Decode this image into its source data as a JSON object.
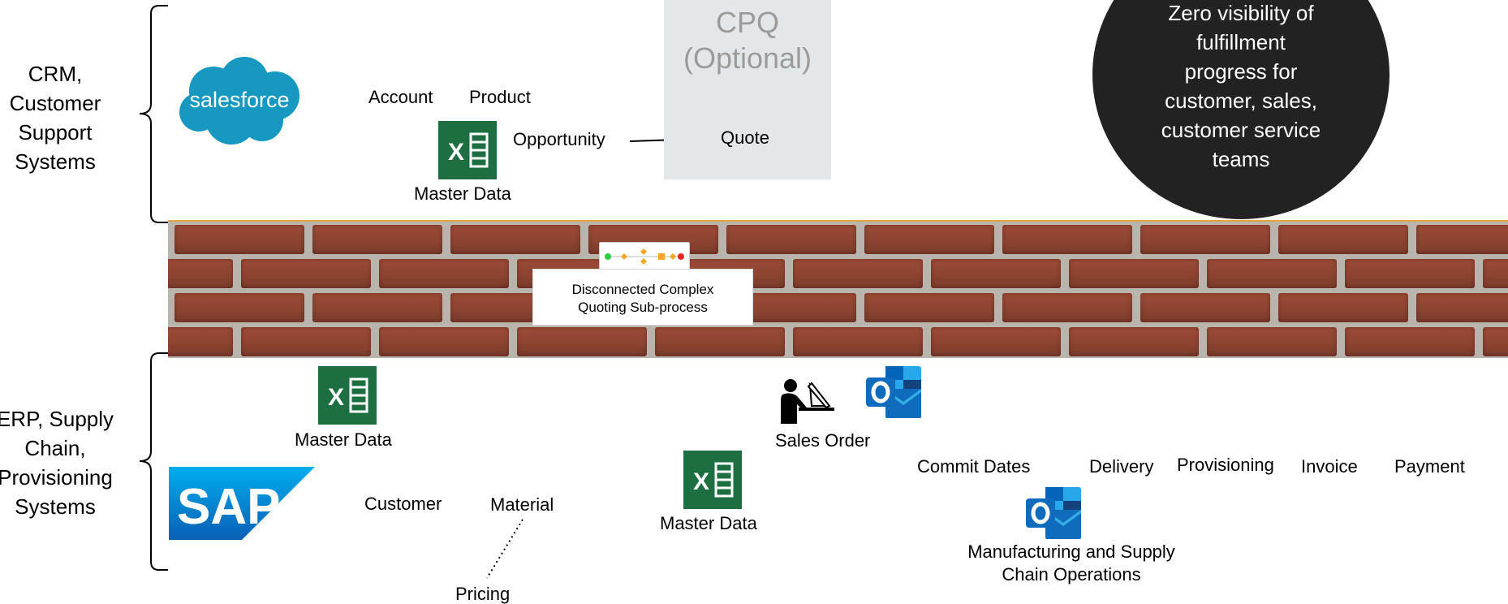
{
  "top_group": {
    "side_label": "CRM,\nCustomer\nSupport\nSystems",
    "logo_text": "salesforce",
    "entities": {
      "account": "Account",
      "product": "Product",
      "opportunity": "Opportunity",
      "quote": "Quote",
      "master_data": "Master Data"
    },
    "cpq": "CPQ\n(Optional)"
  },
  "callout": {
    "text": "Zero visibility of\nfulfillment\nprogress for\ncustomer, sales,\ncustomer service\nteams"
  },
  "wall": {
    "label": "Disconnected Complex\nQuoting Sub-process"
  },
  "bottom_group": {
    "side_label": "ERP, Supply\nChain,\nProvisioning\nSystems",
    "logo_text": "SAP",
    "entities": {
      "master_data_left": "Master Data",
      "customer": "Customer",
      "material": "Material",
      "pricing": "Pricing",
      "master_data_center": "Master Data",
      "sales_order": "Sales Order",
      "commit_dates": "Commit Dates",
      "delivery": "Delivery",
      "provisioning": "Provisioning",
      "invoice": "Invoice",
      "payment": "Payment",
      "mfg_ops": "Manufacturing and Supply\nChain Operations"
    }
  },
  "icons": {
    "excel": "excel-icon",
    "outlook": "outlook-icon",
    "user": "user-at-computer-icon"
  },
  "colors": {
    "salesforce_blue": "#1798c1",
    "sap_blue": "#0a6ed1",
    "excel_green": "#1d6f42",
    "outlook_blue": "#0f6cbd",
    "callout_dark": "#222222",
    "cpq_bg": "#e4e7e9",
    "brick": "#8d4431"
  }
}
